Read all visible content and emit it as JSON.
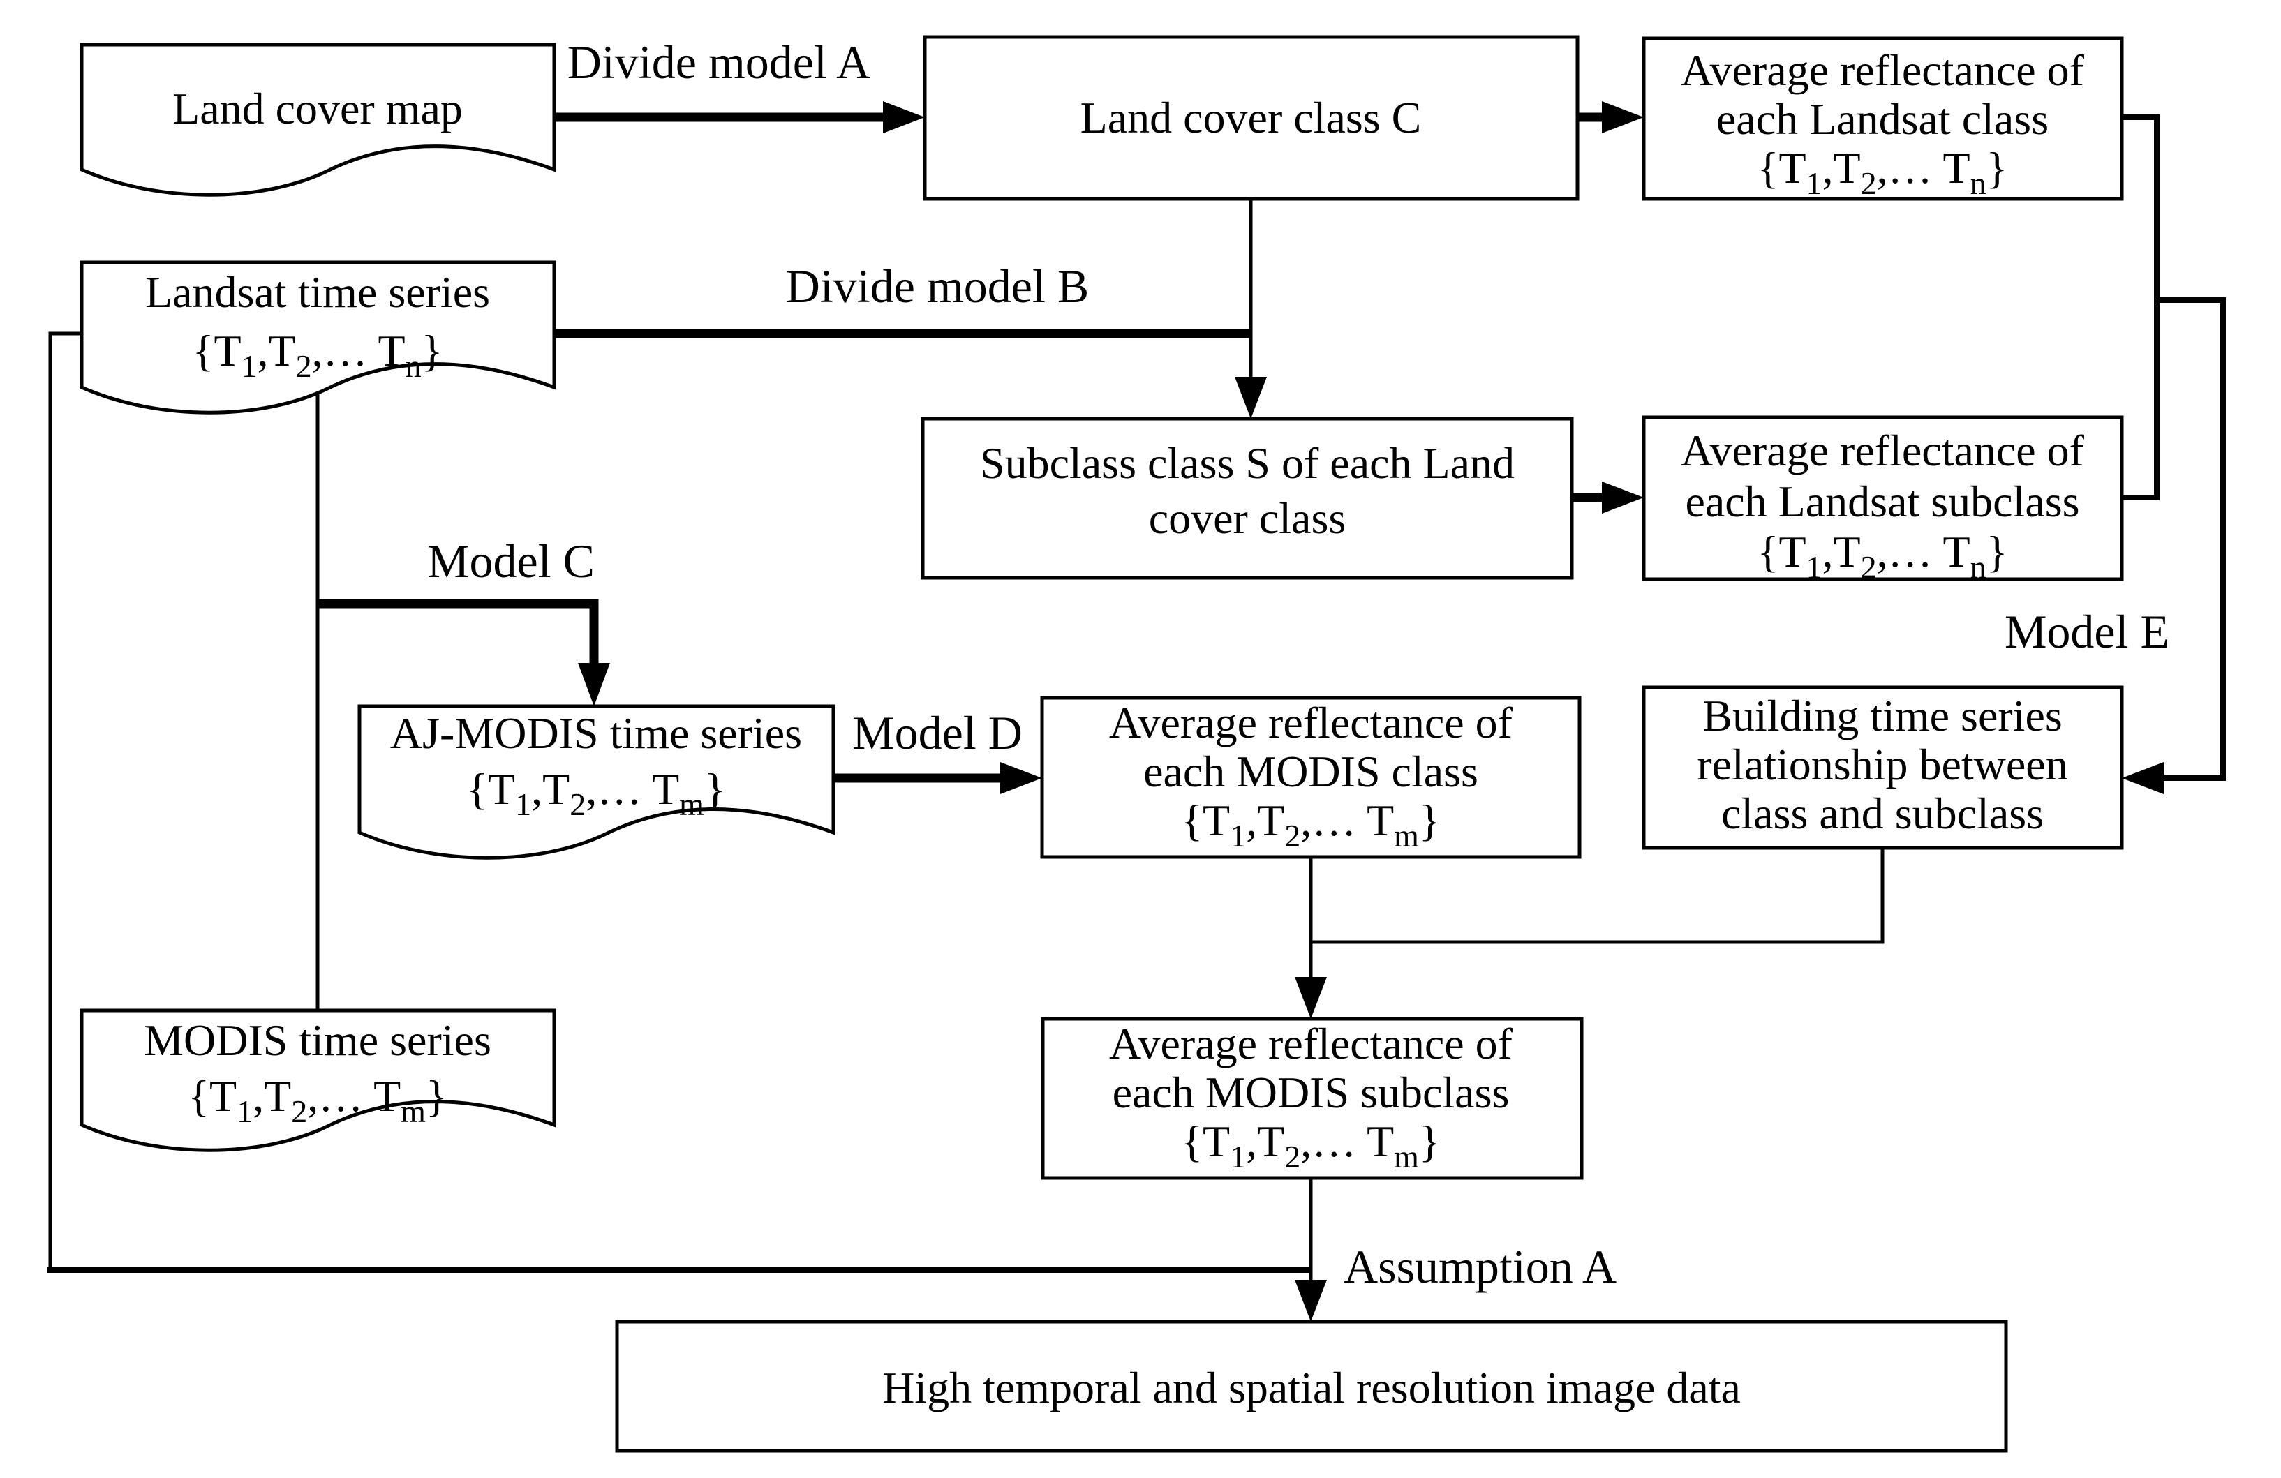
{
  "diagram": {
    "type": "flowchart",
    "background_color": "#ffffff",
    "ink_color": "#000000"
  },
  "nodes": {
    "land_cover_map": {
      "shape": "document",
      "line1": "Land cover map"
    },
    "land_cover_class_c": {
      "shape": "process",
      "line1": "Land cover class C"
    },
    "avg_landsat_class": {
      "shape": "process",
      "line1": "Average reflectance of",
      "line2": "each Landsat class"
    },
    "landsat_time_series": {
      "shape": "document",
      "line1": "Landsat time series"
    },
    "subclass_s": {
      "shape": "process",
      "line1": "Subclass class S of each Land",
      "line2": "cover class"
    },
    "avg_landsat_subclass": {
      "shape": "process",
      "line1": "Average reflectance of",
      "line2": "each Landsat subclass"
    },
    "aj_modis_time_series": {
      "shape": "document",
      "line1": "AJ-MODIS time series"
    },
    "avg_modis_class": {
      "shape": "process",
      "line1": "Average reflectance of",
      "line2": "each MODIS class"
    },
    "building_relationship": {
      "shape": "process",
      "line1": "Building time series",
      "line2": "relationship between",
      "line3": "class and subclass"
    },
    "modis_time_series": {
      "shape": "document",
      "line1": "MODIS time series"
    },
    "avg_modis_subclass": {
      "shape": "process",
      "line1": "Average reflectance of",
      "line2": "each MODIS subclass"
    },
    "high_resolution_output": {
      "shape": "process",
      "line1": "High temporal and spatial resolution image data"
    }
  },
  "series_n": {
    "p1": "{T",
    "s1": "1",
    "p2": ",T",
    "s2": "2",
    "p3": ",… T",
    "s3": "n",
    "p4": "}"
  },
  "series_m": {
    "p1": "{T",
    "s1": "1",
    "p2": ",T",
    "s2": "2",
    "p3": ",… T",
    "s3": "m",
    "p4": "}"
  },
  "edge_labels": {
    "divide_model_a": "Divide model A",
    "divide_model_b": "Divide model B",
    "model_c": "Model C",
    "model_d": "Model D",
    "model_e": "Model E",
    "assumption_a": "Assumption A"
  },
  "edges": [
    {
      "from": "land_cover_map",
      "to": "land_cover_class_c",
      "label": "Divide model A"
    },
    {
      "from": "land_cover_class_c",
      "to": "avg_landsat_class",
      "label": ""
    },
    {
      "from": "land_cover_class_c",
      "to": "subclass_s",
      "label": ""
    },
    {
      "from": "landsat_time_series",
      "to": "subclass_s",
      "label": "Divide model B"
    },
    {
      "from": "subclass_s",
      "to": "avg_landsat_subclass",
      "label": ""
    },
    {
      "from": "landsat_time_series",
      "to": "aj_modis_time_series",
      "label": "Model C"
    },
    {
      "from": "landsat_time_series",
      "to": "modis_time_series",
      "label": ""
    },
    {
      "from": "aj_modis_time_series",
      "to": "avg_modis_class",
      "label": "Model D"
    },
    {
      "from": "avg_landsat_class",
      "to": "building_relationship",
      "label": "Model E"
    },
    {
      "from": "avg_landsat_subclass",
      "to": "building_relationship",
      "label": "Model E"
    },
    {
      "from": "avg_modis_class",
      "to": "avg_modis_subclass",
      "label": ""
    },
    {
      "from": "building_relationship",
      "to": "avg_modis_subclass",
      "label": ""
    },
    {
      "from": "avg_modis_subclass",
      "to": "high_resolution_output",
      "label": "Assumption A"
    },
    {
      "from": "landsat_time_series",
      "to": "high_resolution_output",
      "label": "Assumption A"
    }
  ]
}
